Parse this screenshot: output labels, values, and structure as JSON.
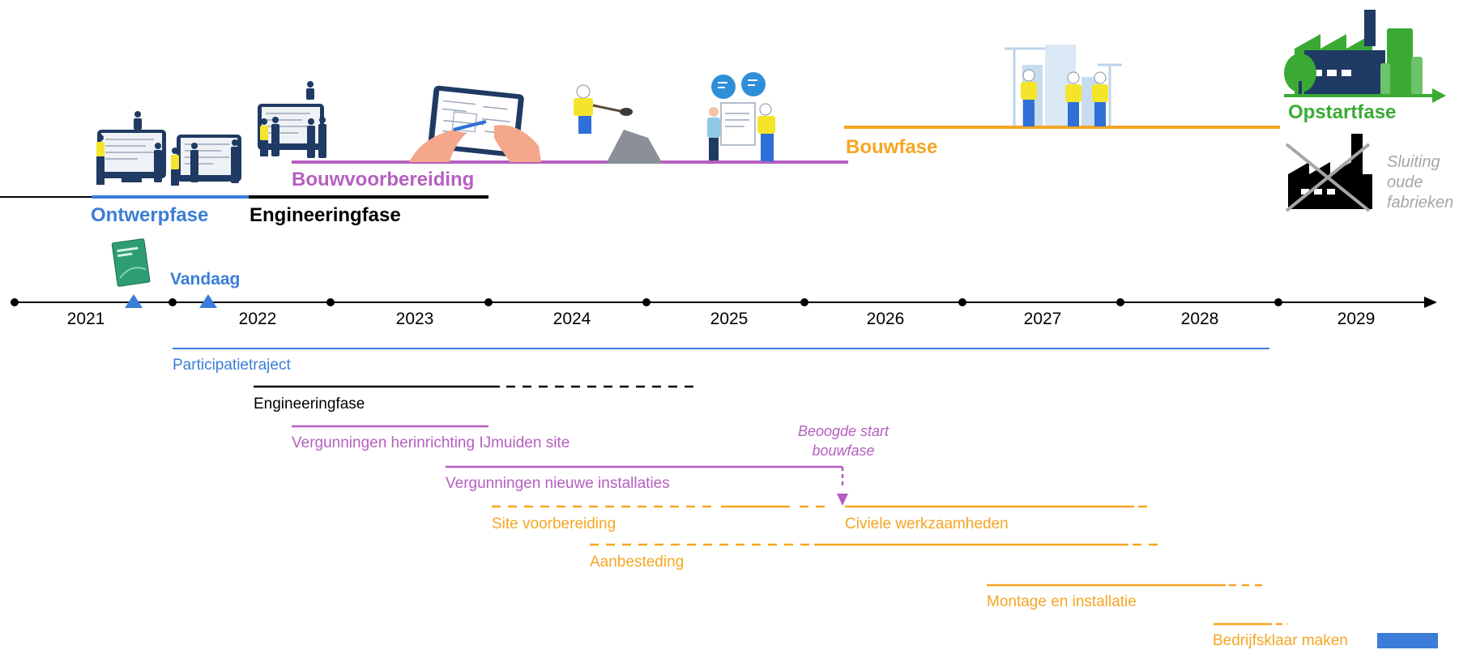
{
  "colors": {
    "blue": "#3b7dd8",
    "black": "#000000",
    "pink": "#b55fc0",
    "orange": "#f5a623",
    "green": "#3aaa35",
    "grey": "#a6a6a6",
    "navy": "#1f3a63",
    "yellow": "#f5e52a"
  },
  "phases": {
    "ontwerp": "Ontwerpfase",
    "engineering": "Engineeringfase",
    "bouwvoorbereiding": "Bouwvoorbereiding",
    "bouw": "Bouwfase",
    "opstart": "Opstartfase"
  },
  "closure_note": "Sluiting oude fabrieken",
  "today_label": "Vandaag",
  "timeline": {
    "years": [
      "2021",
      "2022",
      "2023",
      "2024",
      "2025",
      "2026",
      "2027",
      "2028",
      "2029"
    ]
  },
  "tasks": {
    "participatie": "Participatietraject",
    "engineering": "Engineeringfase",
    "vergunningen_ijmuiden": "Vergunningen herinrichting IJmuiden site",
    "vergunningen_nieuw": "Vergunningen nieuwe installaties",
    "site": "Site voorbereiding",
    "civiel": "Civiele werkzaamheden",
    "aanbesteding": "Aanbesteding",
    "montage": "Montage en installatie",
    "bedrijfsklaar": "Bedrijfsklaar maken"
  },
  "milestone_note": "Beoogde start bouwfase",
  "illustrations": {
    "brochure": "brochure-icon",
    "design_team": "design-team-illustration",
    "engineering_team": "engineering-team-illustration",
    "tablet": "tablet-hands-illustration",
    "digger": "worker-digging-illustration",
    "contract": "contract-signing-illustration",
    "construction": "construction-workers-illustration",
    "factory_new": "green-hydrogen-factory-icon",
    "factory_old": "closed-old-factory-icon"
  }
}
